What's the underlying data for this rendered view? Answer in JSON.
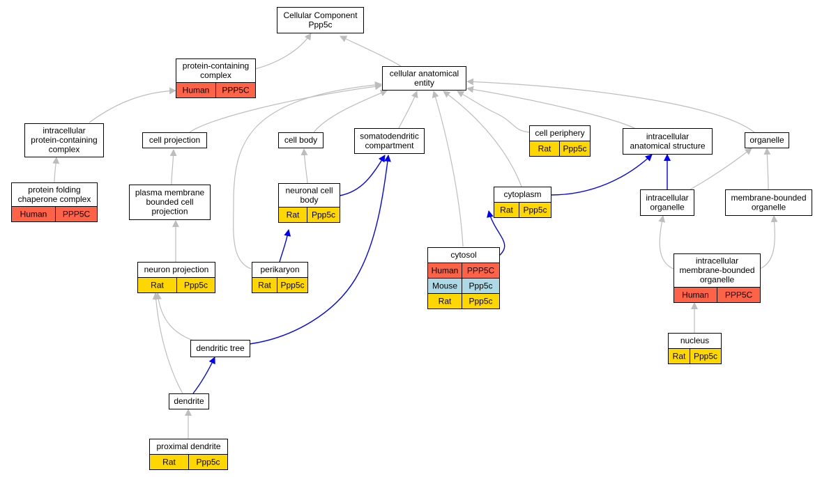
{
  "colors": {
    "human": "#fe6347",
    "mouse": "#add8e6",
    "rat": "#ffd700",
    "edge_default": "#bdbdbd",
    "edge_highlight": "#0000ff"
  },
  "nodes": {
    "root": {
      "lines": [
        "Cellular Component",
        "Ppp5c"
      ]
    },
    "cae": {
      "lines": [
        "cellular anatomical",
        "entity"
      ]
    },
    "pcc": {
      "lines": [
        "protein-containing",
        "complex"
      ],
      "annotations": [
        {
          "species": "Human",
          "gene": "PPP5C"
        }
      ]
    },
    "ipcc": {
      "lines": [
        "intracellular",
        "protein-containing",
        "complex"
      ]
    },
    "pfcc": {
      "lines": [
        "protein folding",
        "chaperone complex"
      ],
      "annotations": [
        {
          "species": "Human",
          "gene": "PPP5C"
        }
      ]
    },
    "cellproj": {
      "lines": [
        "cell projection"
      ]
    },
    "pmbcp": {
      "lines": [
        "plasma membrane",
        "bounded cell",
        "projection"
      ]
    },
    "neuronproj": {
      "lines": [
        "neuron projection"
      ],
      "annotations": [
        {
          "species": "Rat",
          "gene": "Ppp5c"
        }
      ]
    },
    "dendtree": {
      "lines": [
        "dendritic tree"
      ]
    },
    "dendrite": {
      "lines": [
        "dendrite"
      ]
    },
    "proxdend": {
      "lines": [
        "proximal dendrite"
      ],
      "annotations": [
        {
          "species": "Rat",
          "gene": "Ppp5c"
        }
      ]
    },
    "cellbody": {
      "lines": [
        "cell body"
      ]
    },
    "ncb": {
      "lines": [
        "neuronal cell",
        "body"
      ],
      "annotations": [
        {
          "species": "Rat",
          "gene": "Ppp5c"
        }
      ]
    },
    "perikaryon": {
      "lines": [
        "perikaryon"
      ],
      "annotations": [
        {
          "species": "Rat",
          "gene": "Ppp5c"
        }
      ]
    },
    "somato": {
      "lines": [
        "somatodendritic",
        "compartment"
      ]
    },
    "cytosol": {
      "lines": [
        "cytosol"
      ],
      "annotations": [
        {
          "species": "Human",
          "gene": "PPP5C"
        },
        {
          "species": "Mouse",
          "gene": "Ppp5c"
        },
        {
          "species": "Rat",
          "gene": "Ppp5c"
        }
      ]
    },
    "cytoplasm": {
      "lines": [
        "cytoplasm"
      ],
      "annotations": [
        {
          "species": "Rat",
          "gene": "Ppp5c"
        }
      ]
    },
    "cellperiph": {
      "lines": [
        "cell periphery"
      ],
      "annotations": [
        {
          "species": "Rat",
          "gene": "Ppp5c"
        }
      ]
    },
    "ias": {
      "lines": [
        "intracellular",
        "anatomical structure"
      ]
    },
    "organelle": {
      "lines": [
        "organelle"
      ]
    },
    "intorg": {
      "lines": [
        "intracellular",
        "organelle"
      ]
    },
    "mbo": {
      "lines": [
        "membrane-bounded",
        "organelle"
      ]
    },
    "imbo": {
      "lines": [
        "intracellular",
        "membrane-bounded",
        "organelle"
      ],
      "annotations": [
        {
          "species": "Human",
          "gene": "PPP5C"
        }
      ]
    },
    "nucleus": {
      "lines": [
        "nucleus"
      ],
      "annotations": [
        {
          "species": "Rat",
          "gene": "Ppp5c"
        }
      ]
    }
  }
}
